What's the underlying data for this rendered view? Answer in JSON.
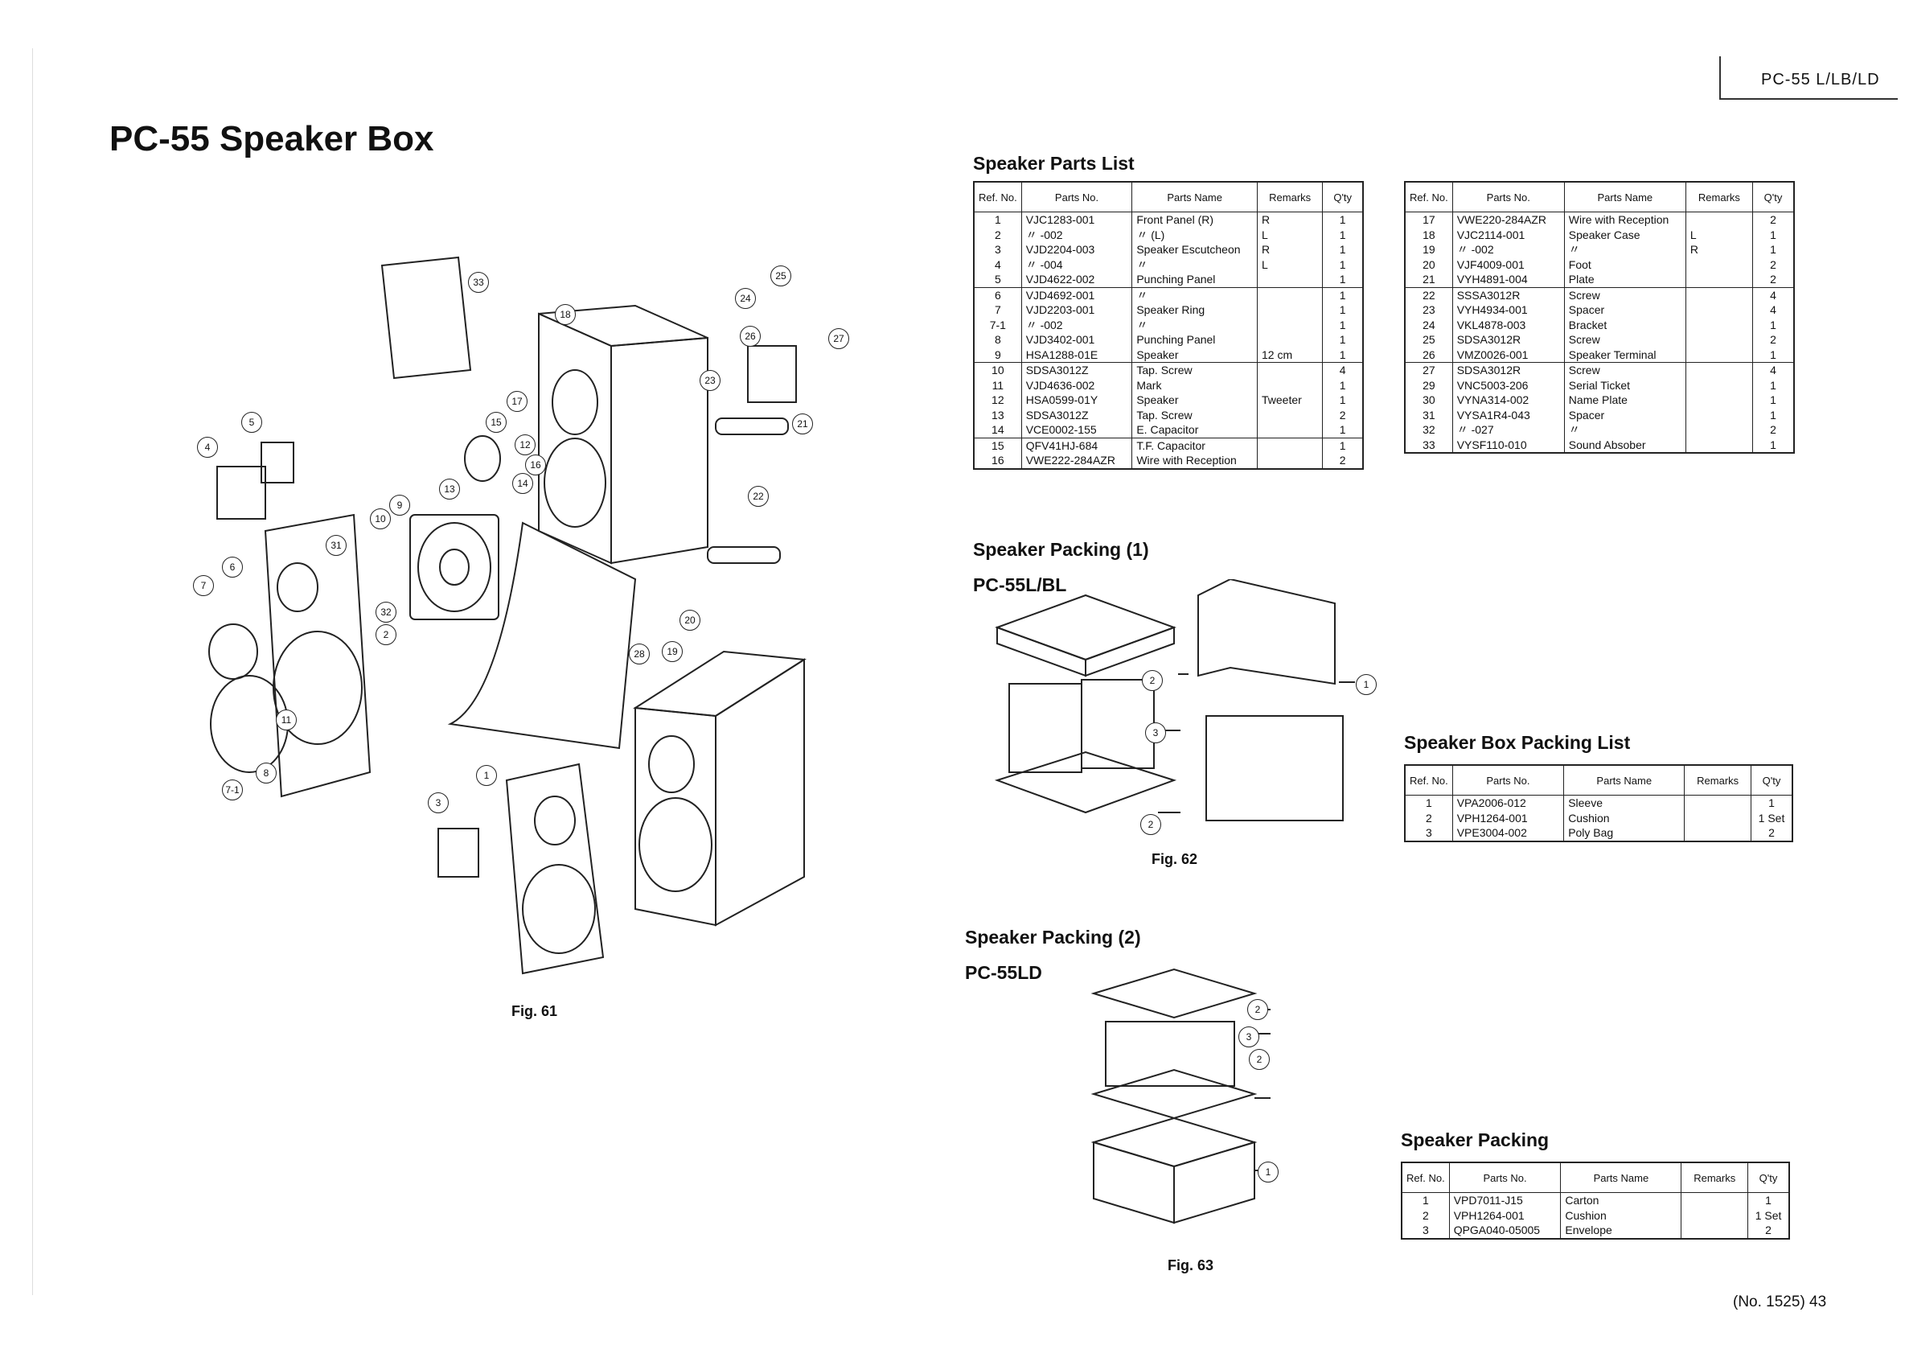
{
  "header": {
    "model_tag": "PC-55 L/LB/LD",
    "page_title": "PC-55 Speaker Box",
    "page_number": "(No. 1525) 43"
  },
  "sections": {
    "parts_list": "Speaker Parts List",
    "packing1": "Speaker Packing (1)",
    "packing1_model": "PC-55L/BL",
    "box_packing_list": "Speaker Box Packing List",
    "packing2": "Speaker Packing (2)",
    "packing2_model": "PC-55LD",
    "packing_list": "Speaker Packing"
  },
  "figures": {
    "fig61": "Fig. 61",
    "fig62": "Fig. 62",
    "fig63": "Fig. 63"
  },
  "columns": {
    "ref": "Ref. No.",
    "parts_no": "Parts No.",
    "parts_name": "Parts Name",
    "remarks": "Remarks",
    "qty": "Q'ty"
  },
  "parts_left": [
    {
      "ref": "1",
      "no": "VJC1283-001",
      "name": "Front Panel (R)",
      "remarks": "R",
      "qty": "1",
      "grp": true
    },
    {
      "ref": "2",
      "no": "〃 -002",
      "name": "〃 (L)",
      "remarks": "L",
      "qty": "1"
    },
    {
      "ref": "3",
      "no": "VJD2204-003",
      "name": "Speaker Escutcheon",
      "remarks": "R",
      "qty": "1"
    },
    {
      "ref": "4",
      "no": "〃 -004",
      "name": "〃",
      "remarks": "L",
      "qty": "1"
    },
    {
      "ref": "5",
      "no": "VJD4622-002",
      "name": "Punching Panel",
      "remarks": "",
      "qty": "1"
    },
    {
      "ref": "6",
      "no": "VJD4692-001",
      "name": "〃",
      "remarks": "",
      "qty": "1",
      "grp": true
    },
    {
      "ref": "7",
      "no": "VJD2203-001",
      "name": "Speaker Ring",
      "remarks": "",
      "qty": "1"
    },
    {
      "ref": "7-1",
      "no": "〃 -002",
      "name": "〃",
      "remarks": "",
      "qty": "1"
    },
    {
      "ref": "8",
      "no": "VJD3402-001",
      "name": "Punching Panel",
      "remarks": "",
      "qty": "1"
    },
    {
      "ref": "9",
      "no": "HSA1288-01E",
      "name": "Speaker",
      "remarks": "12 cm",
      "qty": "1"
    },
    {
      "ref": "10",
      "no": "SDSA3012Z",
      "name": "Tap. Screw",
      "remarks": "",
      "qty": "4",
      "grp": true
    },
    {
      "ref": "11",
      "no": "VJD4636-002",
      "name": "Mark",
      "remarks": "",
      "qty": "1"
    },
    {
      "ref": "12",
      "no": "HSA0599-01Y",
      "name": "Speaker",
      "remarks": "Tweeter",
      "qty": "1"
    },
    {
      "ref": "13",
      "no": "SDSA3012Z",
      "name": "Tap. Screw",
      "remarks": "",
      "qty": "2"
    },
    {
      "ref": "14",
      "no": "VCE0002-155",
      "name": "E. Capacitor",
      "remarks": "",
      "qty": "1"
    },
    {
      "ref": "15",
      "no": "QFV41HJ-684",
      "name": "T.F. Capacitor",
      "remarks": "",
      "qty": "1",
      "grp": true
    },
    {
      "ref": "16",
      "no": "VWE222-284AZR",
      "name": "Wire with Reception",
      "remarks": "",
      "qty": "2"
    }
  ],
  "parts_right": [
    {
      "ref": "17",
      "no": "VWE220-284AZR",
      "name": "Wire with Reception",
      "remarks": "",
      "qty": "2",
      "grp": true
    },
    {
      "ref": "18",
      "no": "VJC2114-001",
      "name": "Speaker Case",
      "remarks": "L",
      "qty": "1"
    },
    {
      "ref": "19",
      "no": "〃 -002",
      "name": "〃",
      "remarks": "R",
      "qty": "1"
    },
    {
      "ref": "20",
      "no": "VJF4009-001",
      "name": "Foot",
      "remarks": "",
      "qty": "2"
    },
    {
      "ref": "21",
      "no": "VYH4891-004",
      "name": "Plate",
      "remarks": "",
      "qty": "2"
    },
    {
      "ref": "22",
      "no": "SSSA3012R",
      "name": "Screw",
      "remarks": "",
      "qty": "4",
      "grp": true
    },
    {
      "ref": "23",
      "no": "VYH4934-001",
      "name": "Spacer",
      "remarks": "",
      "qty": "4"
    },
    {
      "ref": "24",
      "no": "VKL4878-003",
      "name": "Bracket",
      "remarks": "",
      "qty": "1"
    },
    {
      "ref": "25",
      "no": "SDSA3012R",
      "name": "Screw",
      "remarks": "",
      "qty": "2"
    },
    {
      "ref": "26",
      "no": "VMZ0026-001",
      "name": "Speaker Terminal",
      "remarks": "",
      "qty": "1"
    },
    {
      "ref": "27",
      "no": "SDSA3012R",
      "name": "Screw",
      "remarks": "",
      "qty": "4",
      "grp": true
    },
    {
      "ref": "29",
      "no": "VNC5003-206",
      "name": "Serial Ticket",
      "remarks": "",
      "qty": "1"
    },
    {
      "ref": "30",
      "no": "VYNA314-002",
      "name": "Name Plate",
      "remarks": "",
      "qty": "1"
    },
    {
      "ref": "31",
      "no": "VYSA1R4-043",
      "name": "Spacer",
      "remarks": "",
      "qty": "1"
    },
    {
      "ref": "32",
      "no": "〃 -027",
      "name": "〃",
      "remarks": "",
      "qty": "2"
    },
    {
      "ref": "33",
      "no": "VYSF110-010",
      "name": "Sound Absober",
      "remarks": "",
      "qty": "1"
    }
  ],
  "box_packing": [
    {
      "ref": "1",
      "no": "VPA2006-012",
      "name": "Sleeve",
      "remarks": "",
      "qty": "1",
      "grp": true
    },
    {
      "ref": "2",
      "no": "VPH1264-001",
      "name": "Cushion",
      "remarks": "",
      "qty": "1 Set"
    },
    {
      "ref": "3",
      "no": "VPE3004-002",
      "name": "Poly Bag",
      "remarks": "",
      "qty": "2"
    }
  ],
  "speaker_packing": [
    {
      "ref": "1",
      "no": "VPD7011-J15",
      "name": "Carton",
      "remarks": "",
      "qty": "1",
      "grp": true
    },
    {
      "ref": "2",
      "no": "VPH1264-001",
      "name": "Cushion",
      "remarks": "",
      "qty": "1 Set"
    },
    {
      "ref": "3",
      "no": "QPGA040-05005",
      "name": "Envelope",
      "remarks": "",
      "qty": "2"
    }
  ],
  "callouts_fig61": [
    "33",
    "18",
    "25",
    "24",
    "26",
    "27",
    "23",
    "21",
    "22",
    "20",
    "28",
    "19",
    "17",
    "15",
    "12",
    "16",
    "14",
    "13",
    "9",
    "10",
    "5",
    "4",
    "6",
    "7",
    "8",
    "7-1",
    "11",
    "31",
    "32",
    "2",
    "1",
    "3"
  ],
  "callouts_fig62": [
    "1",
    "2",
    "3",
    "2"
  ],
  "callouts_fig63": [
    "2",
    "3",
    "2",
    "1"
  ]
}
